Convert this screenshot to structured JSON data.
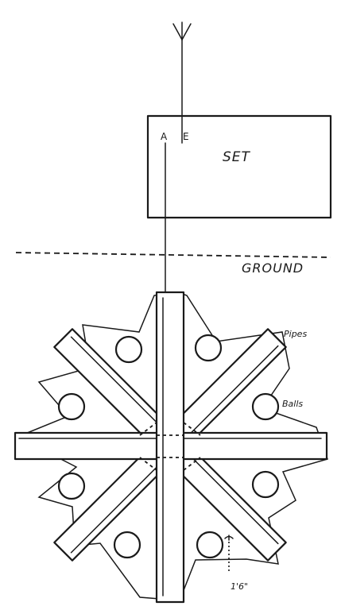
{
  "set": {
    "label": "SET",
    "terminal_a": "A",
    "terminal_e": "E"
  },
  "ground": {
    "label": "GROUND"
  },
  "callouts": {
    "pipes": "Pipes",
    "balls": "Balls",
    "dimension": "1'6\""
  }
}
